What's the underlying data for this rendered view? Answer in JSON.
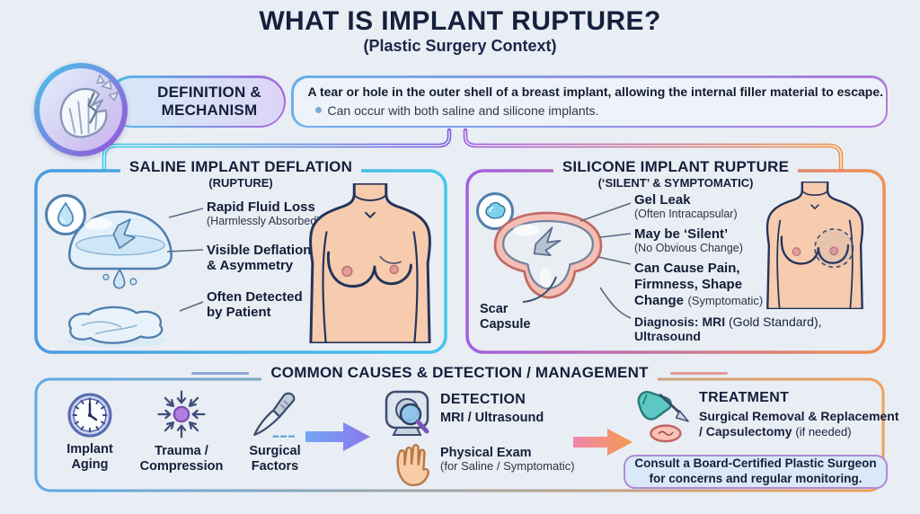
{
  "header": {
    "title": "WHAT IS IMPLANT RUPTURE?",
    "subtitle": "(Plastic Surgery Context)"
  },
  "definition": {
    "label_line1": "DEFINITION &",
    "label_line2": "MECHANISM",
    "text": "A tear or hole in the outer shell of a breast implant, allowing the internal filler material to escape.",
    "bullet": "Can occur with both saline and silicone implants."
  },
  "saline": {
    "title": "SALINE IMPLANT DEFLATION",
    "subtitle": "(RUPTURE)",
    "points": [
      {
        "main": "Rapid Fluid Loss",
        "sub": "(Harmlessly Absorbed)"
      },
      {
        "main": "Visible Deflation & Asymmetry",
        "sub": ""
      },
      {
        "main": "Often Detected by Patient",
        "sub": ""
      }
    ]
  },
  "silicone": {
    "title": "SILICONE IMPLANT RUPTURE",
    "subtitle": "(‘SILENT’ & SYMPTOMATIC)",
    "scar_label": "Scar Capsule",
    "points": [
      {
        "main": "Gel Leak",
        "sub": "(Often Intracapsular)"
      },
      {
        "main": "May be ‘Silent’",
        "sub": "(No Obvious Change)"
      },
      {
        "main": "Can Cause Pain, Firmness, Shape Change",
        "sub": "(Symptomatic)"
      }
    ],
    "diagnosis": {
      "d1": "Diagnosis: MRI",
      "d2": "(Gold Standard),",
      "d3": "Ultrasound"
    }
  },
  "bottom": {
    "title": "COMMON CAUSES & DETECTION / MANAGEMENT",
    "causes": [
      {
        "label": "Implant Aging",
        "icon": "clock-icon"
      },
      {
        "label": "Trauma / Compression",
        "icon": "compression-icon"
      },
      {
        "label": "Surgical Factors",
        "icon": "scalpel-icon"
      }
    ],
    "detection": {
      "title": "DETECTION",
      "line1": "MRI / Ultrasound",
      "exam_main": "Physical Exam",
      "exam_sub": "(for Saline / Symptomatic)"
    },
    "treatment": {
      "title": "TREATMENT",
      "line1": "Surgical Removal & Replacement",
      "line2_main": "/ Capsulectomy",
      "line2_sub": "(if needed)"
    },
    "consult": "Consult a Board-Certified Plastic Surgeon for concerns and regular monitoring."
  },
  "colors": {
    "background": "#e9edf4",
    "title_navy": "#15203c",
    "accent_cyan": "#4fc6ea",
    "accent_blue": "#4a9ae0",
    "accent_purple": "#9a5fd8",
    "accent_orange": "#f0974e",
    "skin": "#f6cbae",
    "capsule_pink": "#f5beb4"
  }
}
